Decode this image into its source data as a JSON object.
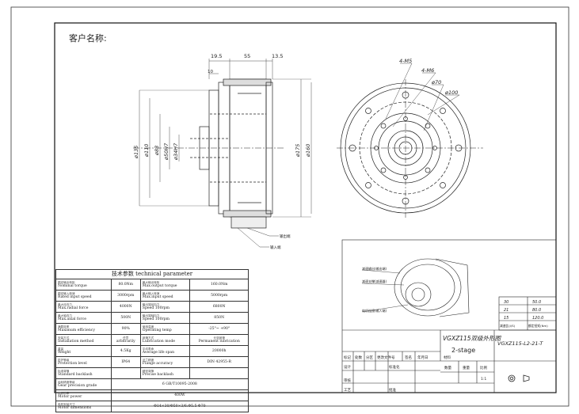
{
  "drawing": {
    "customer_label": "客户名称:",
    "title_zh": "VGXZ115双级外形图",
    "title_en": "2-stage",
    "model_code": "VGXZ115-L2-21-T",
    "scale": "1:1"
  },
  "dimensions": {
    "d19_5": "19.5",
    "d55": "55",
    "d13_5": "13.5",
    "d10": "10",
    "phi135": "ø135",
    "phi110": "ø110",
    "phi83": "ø83",
    "phi50H7": "ø50H7",
    "phi34H7": "ø34H7",
    "phi175": "ø175",
    "phi160": "ø160",
    "m5": "4-M5",
    "m6": "4-M6",
    "phi70": "ø70",
    "phi100": "ø100"
  },
  "callouts": {
    "side_a": "输出端",
    "side_b": "输入端",
    "iso_1": "减速输出(输出端)",
    "iso_2": "减速支撑(减速器)",
    "iso_3": "电机连接(输入端)"
  },
  "spec_table": {
    "title": "技术参数    technical parameter",
    "rows": [
      [
        {
          "zh": "额定输出转矩",
          "en": "Nominal torque"
        },
        "80.0Nm",
        {
          "zh": "最大输出转矩",
          "en": "Max.output torque"
        },
        "160.0Nm"
      ],
      [
        {
          "zh": "额定输入转速",
          "en": "Rated input speed"
        },
        "3000rpm",
        {
          "zh": "最大输入转速",
          "en": "Max.input speed"
        },
        "5000rpm"
      ],
      [
        {
          "zh": "最大径向力",
          "en": "Max.radial force"
        },
        "4000N",
        {
          "zh": "输出端径向力",
          "en": "Speed 100rpm"
        },
        "6800N"
      ],
      [
        {
          "zh": "最大轴向力",
          "en": "Max.axial force"
        },
        "500N",
        {
          "zh": "输出端轴向力",
          "en": "Speed 100rpm"
        },
        "850N"
      ],
      [
        {
          "zh": "满载效率",
          "en": "Maximum efficiency"
        },
        "90%",
        {
          "zh": "使用温度",
          "en": "Operating temp"
        },
        "-25°~ +90°"
      ],
      [
        {
          "zh": "安装方式",
          "en": "Installation method"
        },
        "任意\narbitrarily",
        {
          "zh": "润滑方式",
          "en": "Lubrication mode"
        },
        "长效润滑\nPermanent lubrication"
      ],
      [
        {
          "zh": "重量",
          "en": "Weight"
        },
        "4.5Kg",
        {
          "zh": "平均寿命",
          "en": "Average life span"
        },
        "20000h"
      ],
      [
        {
          "zh": "防护等级",
          "en": "Protection level"
        },
        "IP64",
        {
          "zh": "法兰精度",
          "en": "Flange accuracy"
        },
        "DIN 42955-R"
      ],
      [
        {
          "zh": "标准背隙",
          "en": "Standard backlash"
        },
        "",
        {
          "zh": "精密背隙",
          "en": "Precise backlash"
        },
        ""
      ]
    ],
    "gear_label": {
      "zh": "齿轮精度等级",
      "en": "Gear precision grade"
    },
    "gear_value": "6 GB/T10095-2008",
    "power_label": {
      "zh": "电机功率",
      "en": "Motor power"
    },
    "power_value": "400W",
    "motor_label": {
      "zh": "电机安装尺寸",
      "en": "Motor dimensions"
    },
    "motor_value": "Φ14×30/Φ50×3/6.Φ5.5-Φ70"
  },
  "ratio_table": [
    {
      "ratio": "30",
      "torque": "50.0"
    },
    {
      "ratio": "21",
      "torque": "80.0"
    },
    {
      "ratio": "15",
      "torque": "120.0"
    }
  ],
  "ratio_header": {
    "ratio": "减速比(i/S)",
    "torque": "额定扭矩(Nm)"
  },
  "title_block": {
    "row1": [
      "标记",
      "处数",
      "分区",
      "更改文件号",
      "签名",
      "年月日"
    ],
    "row2": [
      "设计",
      "",
      "",
      "标准化",
      ""
    ],
    "row3": [
      "审核"
    ],
    "row4": [
      "工艺",
      "",
      "",
      "批准"
    ],
    "weight_label": "重量",
    "scale_label": "比例",
    "qty_label": "数量",
    "material_label": "材料"
  }
}
